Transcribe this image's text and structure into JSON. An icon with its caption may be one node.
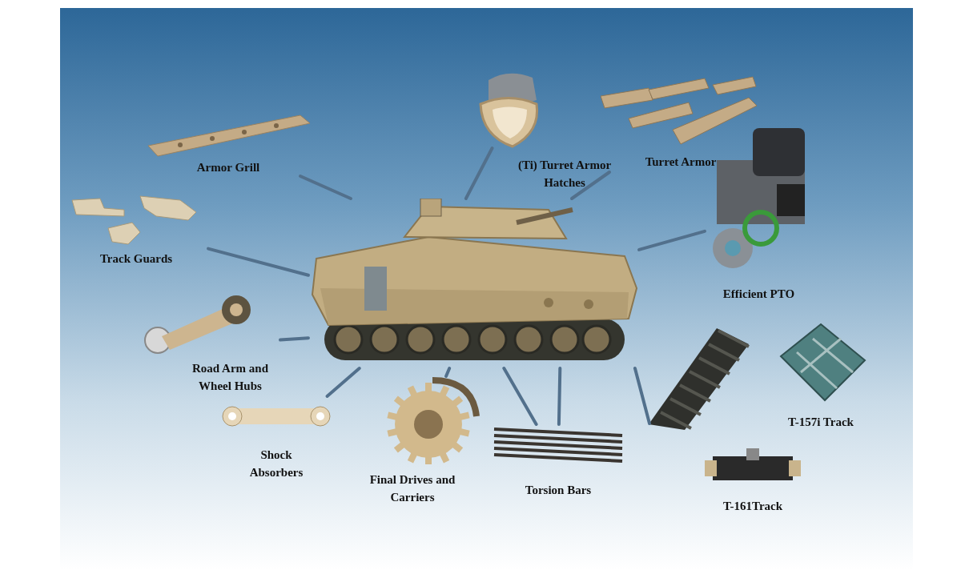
{
  "diagram": {
    "nodes": [
      {
        "text": [],
        "shape": "picture"
      },
      {
        "text": [
          "Armor Grill"
        ]
      },
      {
        "text": [
          "(Ti) Turret Armor Hatches"
        ]
      },
      {
        "text": [
          "Turret Armor"
        ]
      },
      {
        "text": [
          "Track Guards"
        ]
      },
      {
        "text": [
          "Efficient PTO"
        ]
      },
      {
        "text": [
          "Road Arm and Wheel Hubs"
        ]
      },
      {
        "text": [],
        "shape": "picture"
      },
      {
        "text": [
          "T-157i Track"
        ]
      },
      {
        "text": [
          "Shock Absorbers"
        ]
      },
      {
        "text": [
          "Final Drives and Carriers"
        ]
      },
      {
        "text": [
          "Torsion Bars"
        ]
      },
      {
        "text": [
          "T-161Track"
        ]
      }
    ],
    "edges": [
      {
        "from": 1,
        "to": 0,
        "arrow": "none"
      },
      {
        "from": 2,
        "to": 0,
        "arrow": "none"
      },
      {
        "from": 3,
        "to": 0,
        "arrow": "none"
      },
      {
        "from": 5,
        "to": 0,
        "arrow": "none"
      },
      {
        "from": 4,
        "to": 0,
        "arrow": "none"
      },
      {
        "from": 6,
        "to": 0,
        "arrow": "none"
      },
      {
        "from": 9,
        "to": 0,
        "arrow": "none"
      },
      {
        "from": 10,
        "to": 0,
        "arrow": "none"
      },
      {
        "from": 11,
        "to": 0,
        "arrow": "none"
      },
      {
        "from": 11,
        "to": 0,
        "arrow": "none"
      },
      {
        "from": 7,
        "to": 0,
        "arrow": "none"
      }
    ]
  }
}
